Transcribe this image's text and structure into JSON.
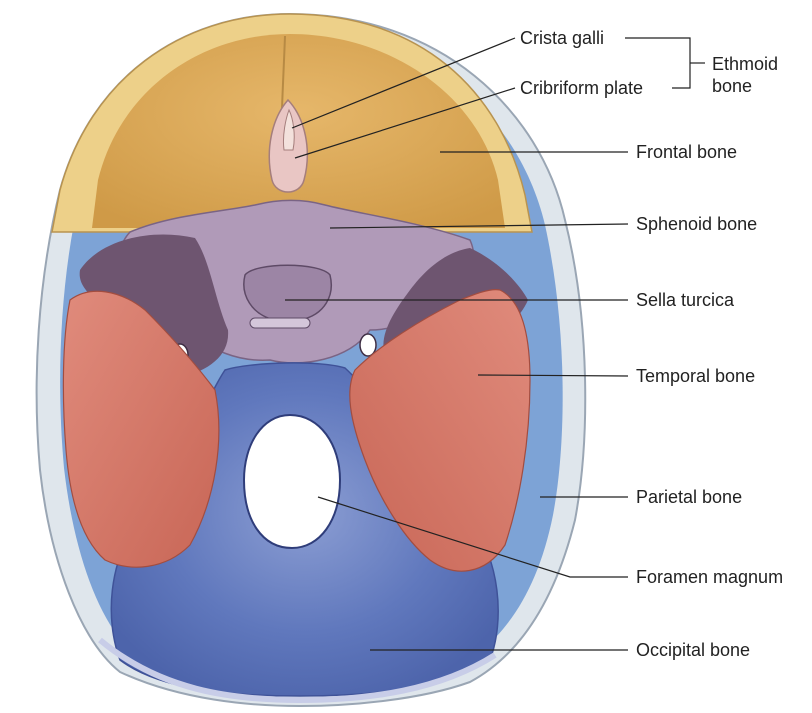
{
  "labels": {
    "crista_galli": "Crista galli",
    "cribriform_plate": "Cribriform plate",
    "ethmoid_bone_line1": "Ethmoid",
    "ethmoid_bone_line2": "bone",
    "frontal_bone": "Frontal bone",
    "sphenoid_bone": "Sphenoid bone",
    "sella_turcica": "Sella turcica",
    "temporal_bone": "Temporal bone",
    "parietal_bone": "Parietal bone",
    "foramen_magnum": "Foramen magnum",
    "occipital_bone": "Occipital bone"
  },
  "colors": {
    "frontal": "#d9a855",
    "frontal_rim": "#e8c36a",
    "sphenoid": "#a890b0",
    "sphenoid_dark": "#6e5570",
    "temporal": "#d9786a",
    "parietal": "#7da3d6",
    "parietal_rim": "#cfd9e2",
    "occipital": "#5d74b8",
    "occipital_light": "#7f93cc",
    "ethmoid": "#e6c2c2",
    "leader_line": "#222222"
  }
}
